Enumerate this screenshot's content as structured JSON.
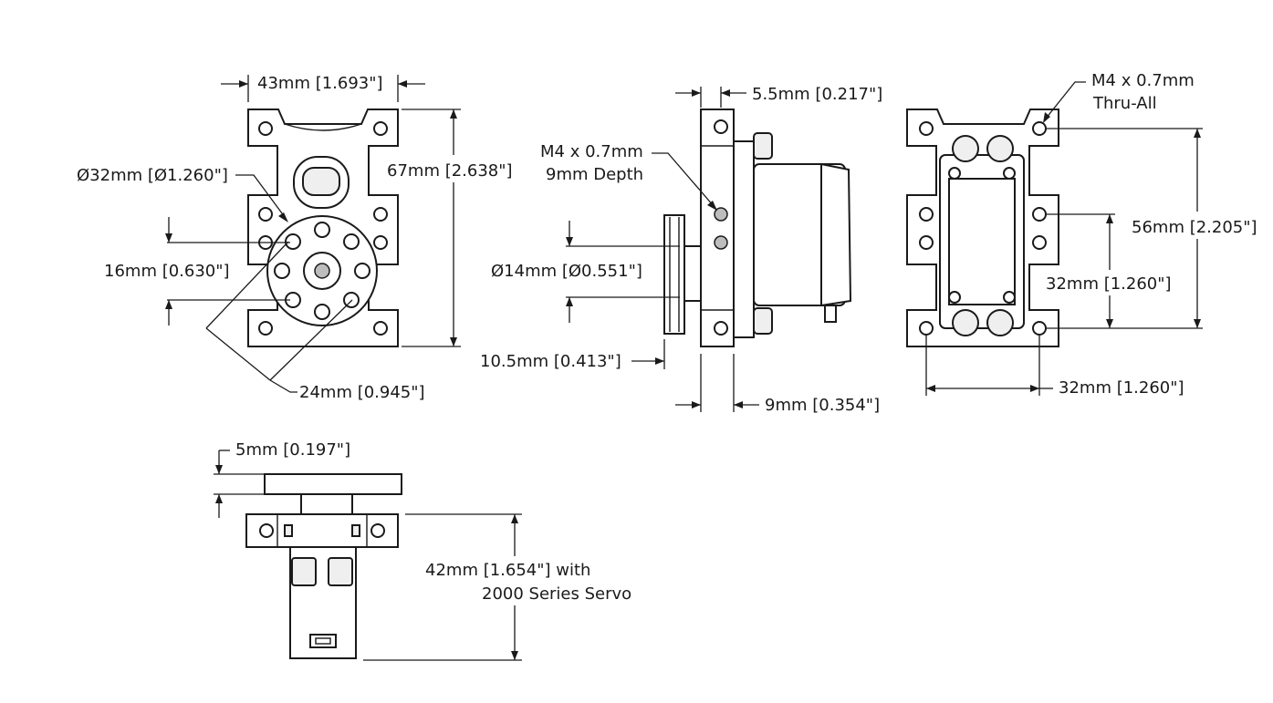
{
  "front_view": {
    "width_dim": "43mm [1.693\"]",
    "height_dim": "67mm [2.638\"]",
    "hub_diameter_dim": "Ø32mm [Ø1.260\"]",
    "hole_offset_dim": "16mm [0.630\"]",
    "bolt_circle_dim": "24mm [0.945\"]"
  },
  "side_view": {
    "plate_thickness_dim": "5.5mm [0.217\"]",
    "tap_line1": "M4 x 0.7mm",
    "tap_line2": "9mm Depth",
    "shaft_diameter_dim": "Ø14mm [Ø0.551\"]",
    "hub_offset_dim": "10.5mm [0.413\"]",
    "body_thickness_dim": "9mm [0.354\"]"
  },
  "rear_view": {
    "thread_line1": "M4 x 0.7mm",
    "thread_line2": "Thru-All",
    "height_dim": "56mm [2.205\"]",
    "inner_spacing_dim": "32mm [1.260\"]",
    "width_dim": "32mm [1.260\"]"
  },
  "bottom_view": {
    "hub_thickness_dim": "5mm [0.197\"]",
    "height_line1": "42mm [1.654\"] with",
    "height_line2": "2000 Series Servo"
  }
}
